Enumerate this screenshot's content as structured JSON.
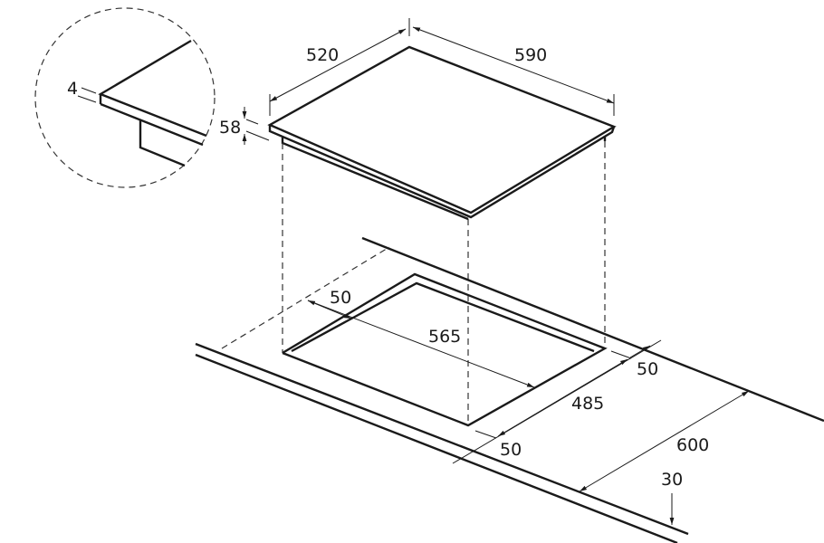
{
  "diagram": {
    "title": "Hob cut-out installation dimensions",
    "detail": {
      "thickness_label": "4"
    },
    "hob": {
      "depth_label": "520",
      "width_label": "590",
      "height_label": "58"
    },
    "cutout": {
      "width_label": "565",
      "depth_label": "485",
      "back_margin_label": "50",
      "right_margin_label": "50",
      "front_margin_label": "50"
    },
    "worktop": {
      "depth_label": "600",
      "thickness_label": "30"
    },
    "colors": {
      "line": "#1a1a1a"
    }
  }
}
